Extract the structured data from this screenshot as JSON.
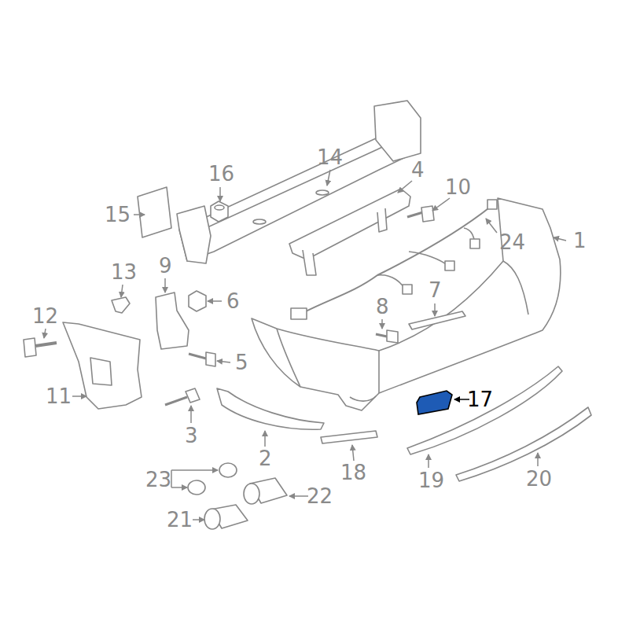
{
  "diagram": {
    "labels": [
      "14",
      "16",
      "4",
      "10",
      "15",
      "24",
      "1",
      "9",
      "13",
      "6",
      "12",
      "8",
      "7",
      "5",
      "17",
      "11",
      "3",
      "2",
      "18",
      "19",
      "23",
      "22",
      "20",
      "21"
    ]
  }
}
